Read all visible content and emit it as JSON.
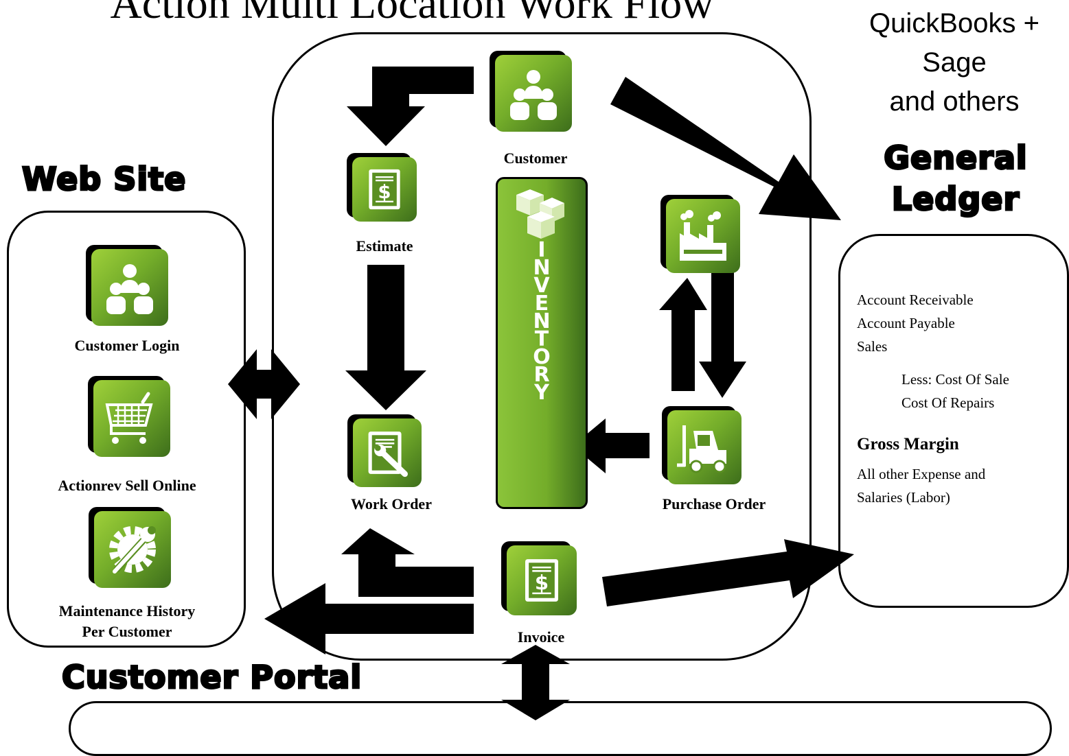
{
  "title": "Action Multi Location Work Flow",
  "sections": {
    "web_site": "Web Site",
    "general_ledger": [
      "General",
      "Ledger"
    ],
    "customer_portal": "Customer Portal",
    "accounting": [
      "QuickBooks +",
      "Sage",
      "and others"
    ]
  },
  "web_site_items": {
    "customer_login": "Customer Login",
    "sell_online": "Actionrev Sell Online",
    "maintenance": [
      "Maintenance History",
      "Per Customer"
    ]
  },
  "workflow": {
    "customer": "Customer",
    "estimate": "Estimate",
    "work_order": "Work Order",
    "purchase_order": "Purchase Order",
    "invoice": "Invoice",
    "inventory": [
      "I",
      "N",
      "V",
      "E",
      "N",
      "T",
      "O",
      "R",
      "Y"
    ]
  },
  "ledger": {
    "lines": [
      "Account Receivable",
      "Account Payable",
      "Sales"
    ],
    "less_lines": [
      "Less: Cost Of Sale",
      "Cost Of Repairs"
    ],
    "gross_margin": "Gross Margin",
    "other_lines": [
      "All other Expense  and",
      "Salaries (Labor)"
    ]
  },
  "colors": {
    "tile_light": "#9fd03a",
    "tile_mid": "#74ad2a",
    "tile_dark": "#3d6e1b",
    "arrow": "#000000"
  },
  "icons": {
    "customer": "people-group-icon",
    "estimate": "dollar-document-icon",
    "work_order": "wrench-document-icon",
    "invoice": "dollar-document-icon",
    "factory": "factory-icon",
    "purchase_order": "forklift-icon",
    "inventory": "boxes-icon",
    "sell_online": "shopping-cart-icon",
    "maintenance": "gear-wrench-icon"
  }
}
